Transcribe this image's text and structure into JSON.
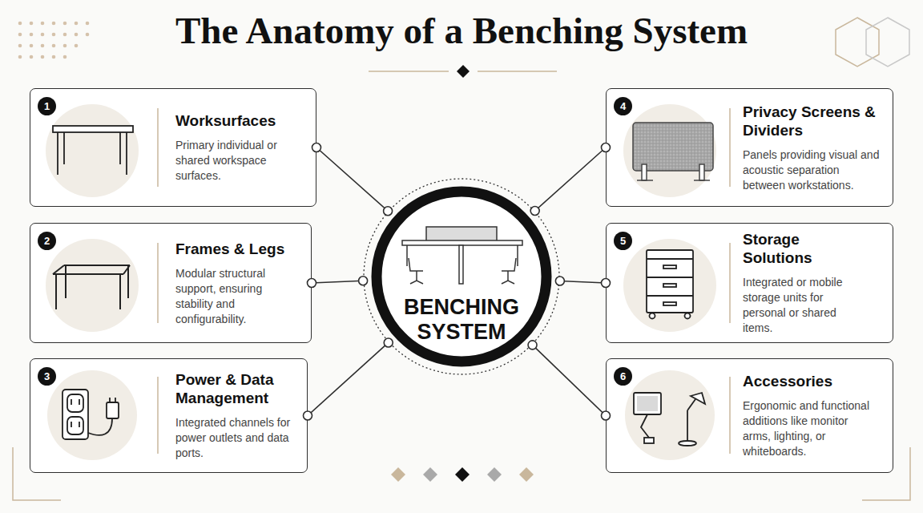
{
  "diagram": {
    "title": "The Anatomy of a Benching System",
    "nodes": [
      {
        "text": [
          "Worksurfaces",
          "Primary individual or shared workspace surfaces."
        ]
      },
      {
        "text": [
          "1"
        ],
        "in": 0
      },
      {
        "text": [
          "Frames & Legs",
          "Modular structural support, ensuring stability and configurability."
        ]
      },
      {
        "text": [
          "2"
        ],
        "in": 2
      },
      {
        "text": [
          "Power & Data Management",
          "Integrated channels for power outlets and data ports."
        ]
      },
      {
        "text": [
          "3"
        ],
        "in": 4
      },
      {
        "text": [
          "BENCHING SYSTEM"
        ]
      },
      {
        "text": [
          "Privacy Screens & Dividers",
          "Panels providing visual and acoustic separation between workstations."
        ]
      },
      {
        "text": [
          "4"
        ],
        "in": 7
      },
      {
        "text": [
          "Storage Solutions",
          "Integrated or mobile storage units for personal or shared items."
        ]
      },
      {
        "text": [
          "5"
        ],
        "in": 9
      },
      {
        "text": [
          "Accessories",
          "Ergonomic and functional additions like monitor arms, lighting, or whiteboards."
        ]
      },
      {
        "text": [
          "6"
        ],
        "in": 11
      }
    ],
    "edges": [
      {
        "from": 0,
        "to": 6,
        "arrow": "none"
      },
      {
        "from": 2,
        "to": 6,
        "arrow": "none"
      },
      {
        "from": 4,
        "to": 6,
        "arrow": "none"
      },
      {
        "from": 7,
        "to": 6,
        "arrow": "none"
      },
      {
        "from": 9,
        "to": 6,
        "arrow": "none"
      },
      {
        "from": 11,
        "to": 6,
        "arrow": "none"
      }
    ]
  }
}
